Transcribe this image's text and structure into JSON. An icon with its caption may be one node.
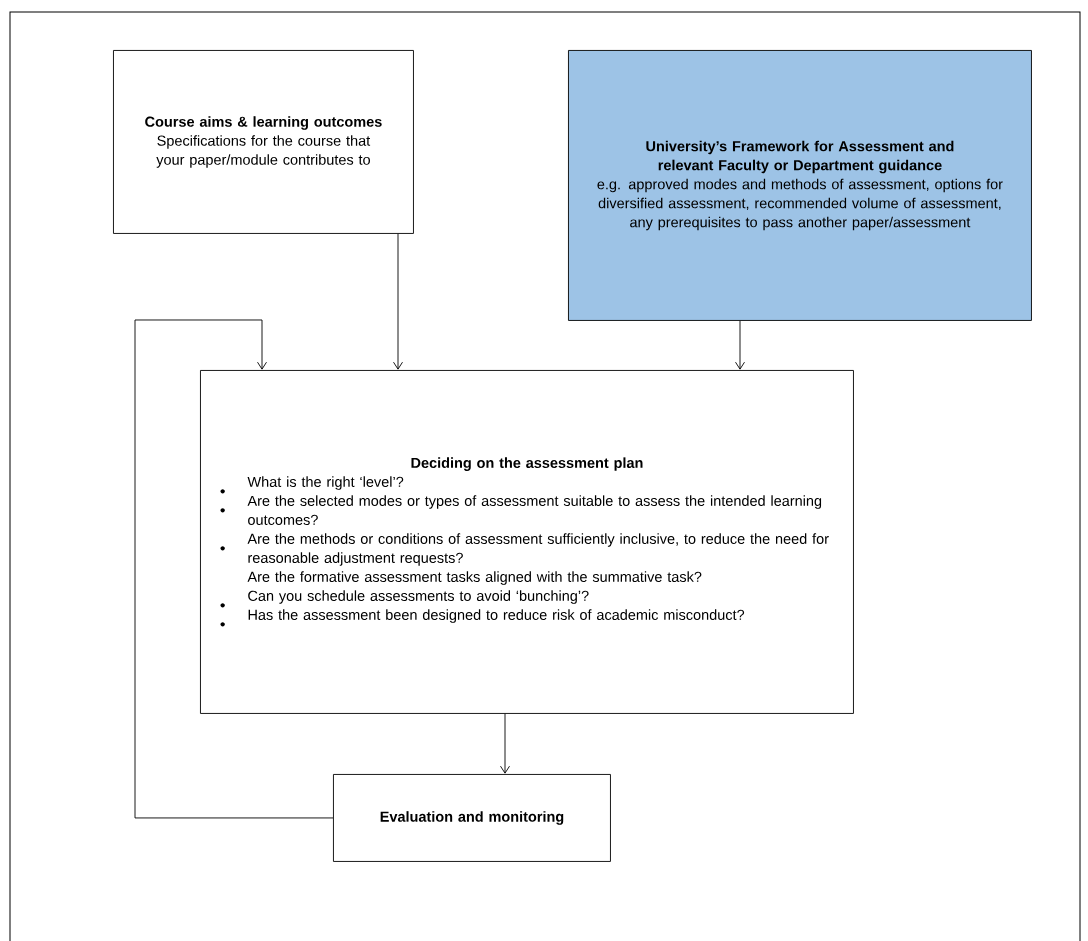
{
  "diagram": {
    "nodes": [
      {
        "text": [
          "Course aims & learning outcomes",
          "Specifications for the course that your paper/module contributes to"
        ]
      },
      {
        "text": [
          "University’s Framework for Assessment and relevant Faculty or Department guidance",
          "e.g. approved modes and methods of assessment, options for diversified assessment, recommended volume of assessment, any prerequisites to pass another paper/assessment"
        ]
      },
      {
        "text": [
          "Deciding on the assessment plan",
          "What is the right ‘level’?",
          "Are the selected modes or types of assessment suitable to assess the intended learning outcomes?",
          "Are the methods or conditions of assessment sufficiently inclusive, to reduce the need for reasonable adjustment requests?",
          "Are the formative assessment tasks aligned with the summative task?",
          "Can you schedule assessments to avoid ‘bunching’?",
          "Has the assessment been designed to reduce risk of academic misconduct?"
        ]
      },
      {
        "text": [
          "Evaluation and monitoring"
        ]
      }
    ],
    "edges": [
      {
        "from": 0,
        "to": 2,
        "arrow": "to"
      },
      {
        "from": 1,
        "to": 2,
        "arrow": "to"
      },
      {
        "from": 2,
        "to": 3,
        "arrow": "to"
      },
      {
        "from": 3,
        "to": 2,
        "arrow": "to"
      }
    ]
  }
}
